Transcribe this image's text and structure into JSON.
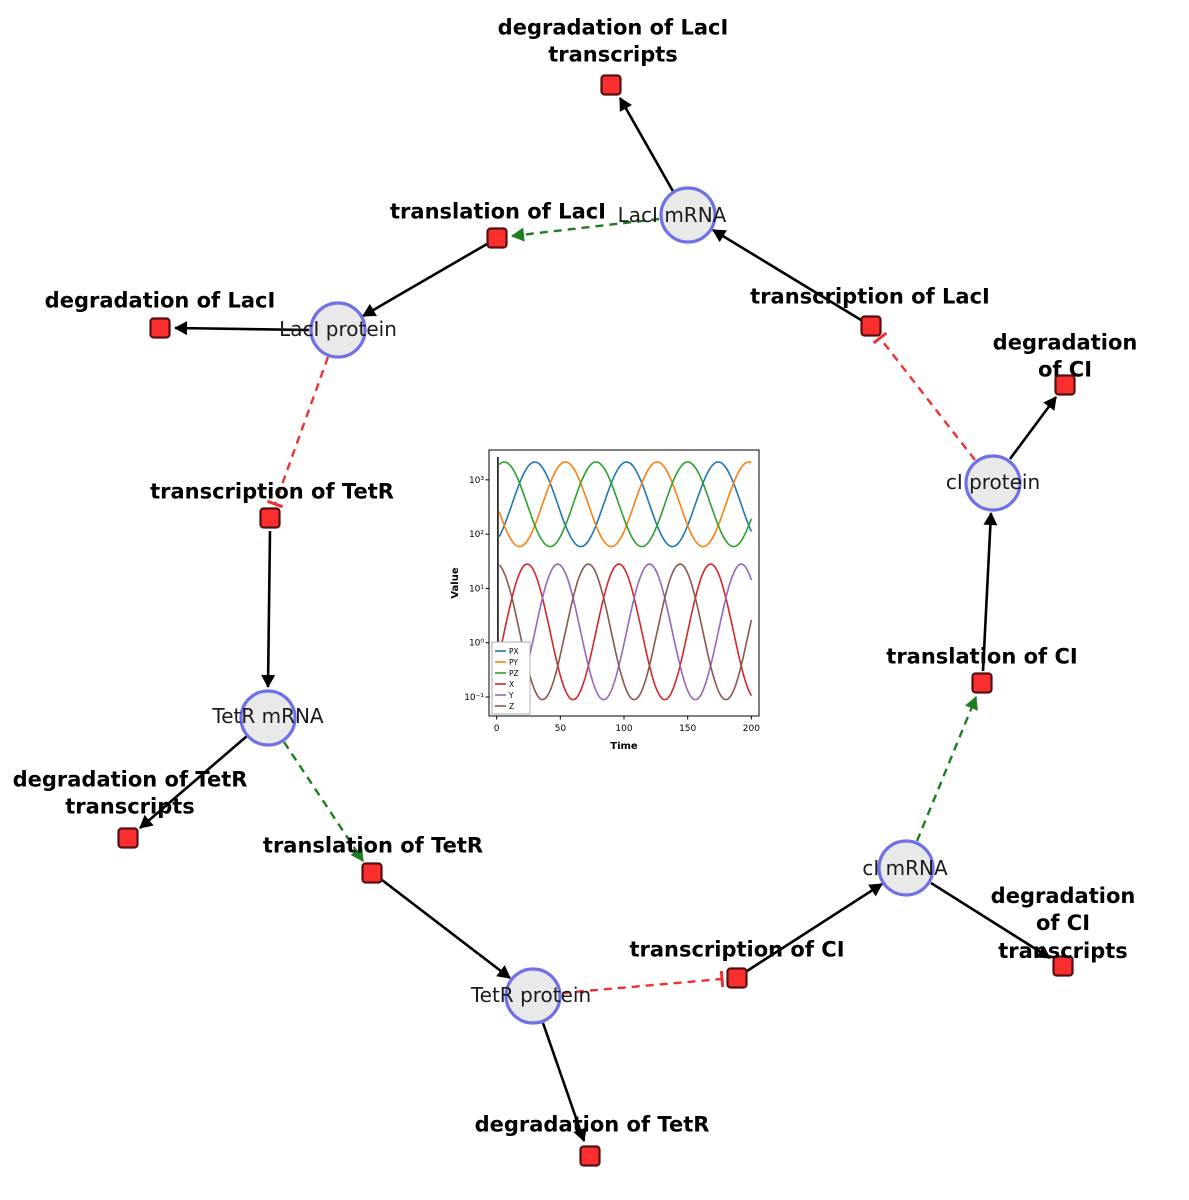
{
  "figure": {
    "background": "#ffffff"
  },
  "species": {
    "lacI_mRNA": "LacI mRNA",
    "lacI_protein": "LacI protein",
    "tetR_mRNA": "TetR mRNA",
    "tetR_protein": "TetR protein",
    "cI_mRNA": "cI mRNA",
    "cI_protein": "cI protein"
  },
  "reactions": {
    "deg_lacI_tx": "degradation of LacI\ntranscripts",
    "transl_lacI": "translation of LacI",
    "deg_lacI": "degradation of LacI",
    "transcr_lacI": "transcription of LacI",
    "deg_cI": "degradation of CI",
    "transcr_tetR": "transcription of TetR",
    "transl_cI": "translation of CI",
    "deg_tetR_tx": "degradation of TetR\ntranscripts",
    "transl_tetR": "translation of TetR",
    "transcr_cI": "transcription of CI",
    "deg_cI_tx": "degradation of CI\ntranscripts",
    "deg_tetR": "degradation of TetR"
  },
  "edges": [
    {
      "from": "LacI mRNA",
      "to": "degradation of LacI transcripts",
      "type": "consumption"
    },
    {
      "from": "transcription of LacI",
      "to": "LacI mRNA",
      "type": "production"
    },
    {
      "from": "LacI mRNA",
      "to": "translation of LacI",
      "type": "modifier"
    },
    {
      "from": "translation of LacI",
      "to": "LacI protein",
      "type": "production"
    },
    {
      "from": "LacI protein",
      "to": "degradation of LacI",
      "type": "consumption"
    },
    {
      "from": "LacI protein",
      "to": "transcription of TetR",
      "type": "inhibition"
    },
    {
      "from": "transcription of TetR",
      "to": "TetR mRNA",
      "type": "production"
    },
    {
      "from": "TetR mRNA",
      "to": "degradation of TetR transcripts",
      "type": "consumption"
    },
    {
      "from": "TetR mRNA",
      "to": "translation of TetR",
      "type": "modifier"
    },
    {
      "from": "translation of TetR",
      "to": "TetR protein",
      "type": "production"
    },
    {
      "from": "TetR protein",
      "to": "degradation of TetR",
      "type": "consumption"
    },
    {
      "from": "TetR protein",
      "to": "transcription of CI",
      "type": "inhibition"
    },
    {
      "from": "transcription of CI",
      "to": "cI mRNA",
      "type": "production"
    },
    {
      "from": "cI mRNA",
      "to": "degradation of CI transcripts",
      "type": "consumption"
    },
    {
      "from": "cI mRNA",
      "to": "translation of CI",
      "type": "modifier"
    },
    {
      "from": "translation of CI",
      "to": "cI protein",
      "type": "production"
    },
    {
      "from": "cI protein",
      "to": "degradation of CI",
      "type": "consumption"
    },
    {
      "from": "cI protein",
      "to": "transcription of LacI",
      "type": "inhibition"
    }
  ],
  "colors": {
    "species_fill": "#e9e9e9",
    "species_stroke": "#6f6fe8",
    "reaction_fill": "#fb2f2f",
    "reaction_stroke": "#551111",
    "edge_solid": "#000000",
    "edge_modifier": "#1e7d1e",
    "edge_inhibition": "#f03030"
  },
  "chart_data": {
    "type": "line",
    "title": "",
    "xlabel": "Time",
    "ylabel": "Value",
    "x_range": [
      0,
      200
    ],
    "y_scale": "log10",
    "y_range": [
      0.1,
      2000
    ],
    "x_ticks": [
      0,
      50,
      100,
      150,
      200
    ],
    "y_tick_labels": [
      "10⁻¹",
      "10⁰",
      "10¹",
      "10²",
      "10³"
    ],
    "legend_position": "lower left",
    "grid": false,
    "description": "Repressilator simulation: proteins PX, PY, PZ oscillate between ~50 and ~2000; mRNAs X, Y, Z oscillate between ~0.07 and ~25; period ~72 time units with phases offset by one third of a period; sharp initial transient near t=0.",
    "series": [
      {
        "name": "PX",
        "color": "#1f77b4",
        "log10_mid": 2.55,
        "log10_amp": 0.78,
        "period": 72,
        "peak_t": 30
      },
      {
        "name": "PY",
        "color": "#ff7f0e",
        "log10_mid": 2.55,
        "log10_amp": 0.78,
        "period": 72,
        "peak_t": 54
      },
      {
        "name": "PZ",
        "color": "#2ca02c",
        "log10_mid": 2.55,
        "log10_amp": 0.78,
        "period": 72,
        "peak_t": 78
      },
      {
        "name": "X",
        "color": "#d62728",
        "log10_mid": 0.2,
        "log10_amp": 1.25,
        "period": 72,
        "peak_t": 24
      },
      {
        "name": "Y",
        "color": "#9467bd",
        "log10_mid": 0.2,
        "log10_amp": 1.25,
        "period": 72,
        "peak_t": 48
      },
      {
        "name": "Z",
        "color": "#8c564b",
        "log10_mid": 0.2,
        "log10_amp": 1.25,
        "period": 72,
        "peak_t": 72
      }
    ]
  }
}
